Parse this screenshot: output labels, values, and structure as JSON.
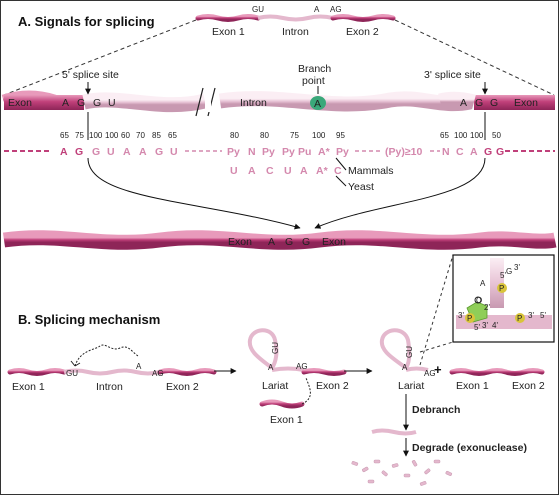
{
  "sectionA": {
    "title": "A. Signals for splicing",
    "top_exon1": "Exon 1",
    "top_intron": "Intron",
    "top_exon2": "Exon 2",
    "top_gu": "GU",
    "top_a": "A",
    "top_ag": "AG",
    "five_prime_site": "5' splice site",
    "three_prime_site": "3' splice site",
    "branch_point": [
      "Branch",
      "point"
    ],
    "tube_exon_left": "Exon",
    "tube_exon_right": "Exon",
    "tube_intron": "Intron",
    "tube_left_letters": [
      "A",
      "G",
      "G",
      "U"
    ],
    "tube_branch_letter": "A",
    "tube_right_letters": [
      "A",
      "G",
      "G"
    ],
    "percent_left": [
      "65",
      "75",
      "100",
      "100",
      "60",
      "70",
      "85",
      "65"
    ],
    "percent_mid": [
      "80",
      "80",
      "75",
      "100",
      "95"
    ],
    "percent_right": [
      "65",
      "100",
      "100",
      "50"
    ],
    "seq_5": [
      "A",
      "G",
      "G",
      "U",
      "A",
      "A",
      "G",
      "U"
    ],
    "seq_mammal": [
      "Py",
      "N",
      "Py",
      "Py",
      "Pu",
      "A*",
      "Py"
    ],
    "seq_ppt": "(Py)≥10",
    "seq_3": [
      "N",
      "C",
      "A",
      "G",
      "G"
    ],
    "seq_yeast": [
      "U",
      "A",
      "C",
      "U",
      "A",
      "A*",
      "C"
    ],
    "mammals": "Mammals",
    "yeast": "Yeast",
    "result_labels": [
      "Exon",
      "A",
      "G",
      "G",
      "Exon"
    ]
  },
  "sectionB": {
    "title": "B. Splicing mechanism",
    "exon1": "Exon 1",
    "intron": "Intron",
    "exon2": "Exon 2",
    "gu": "GU",
    "a": "A",
    "ag": "AG",
    "lariat": "Lariat",
    "exon1_b": "Exon 1",
    "exon2_b": "Exon 2",
    "lariat2": "Lariat",
    "a2": "A",
    "ag2": "AG",
    "gu2": "GU",
    "plus": "+",
    "exon1_c": "Exon 1",
    "exon2_c": "Exon 2",
    "debranch": "Debranch",
    "degrade": "Degrade (exonuclease)",
    "inset": {
      "a": "A",
      "o": "O",
      "p": "P",
      "g": "G",
      "three_top": "3'",
      "five_top": "5'",
      "five_inner": "5'",
      "two": "2'",
      "three_inner": "3'",
      "three_left": "3'",
      "five_l": "5'",
      "three_r": "3'",
      "five_r": "5'",
      "four": "4'"
    }
  },
  "colors": {
    "exon": "#c0407a",
    "intron": "#e4b8cd",
    "branch": "#3aa87a",
    "seq_pink": "#c0407a",
    "seq_light": "#d488ad",
    "phosphate": "#d9c43a",
    "ribose": "#8fce58"
  }
}
